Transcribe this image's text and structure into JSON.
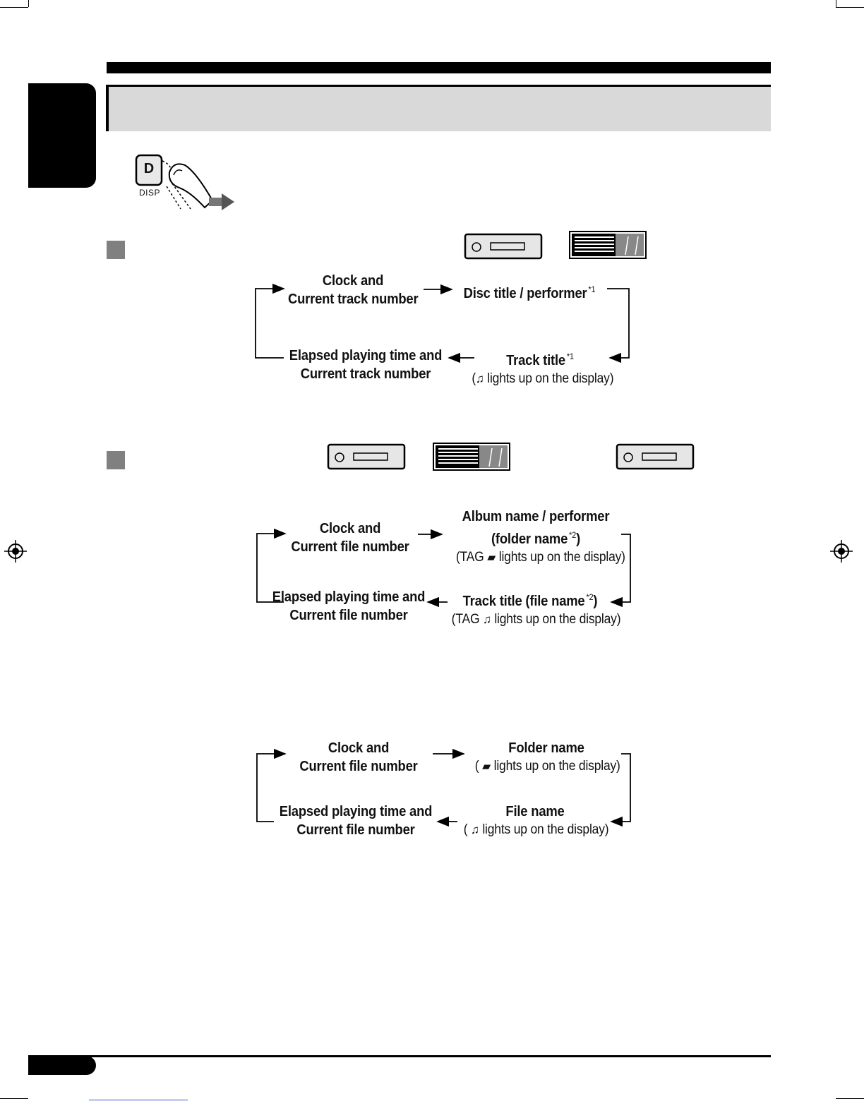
{
  "button": {
    "key_letter": "D",
    "key_caption": "DISP"
  },
  "section_cd": {
    "cycle": [
      {
        "line1": "Clock and",
        "line2": "Current track number"
      },
      {
        "line1": "Disc title / performer",
        "sup": "*1"
      },
      {
        "line1": "Track title",
        "sup": "*1",
        "note_pre": "(",
        "note_icon": "note-icon",
        "note_post": " lights up on the display)"
      },
      {
        "line1": "Elapsed playing time and",
        "line2": "Current track number"
      }
    ]
  },
  "section_mp3": {
    "cycle": [
      {
        "line1": "Clock and",
        "line2": "Current file number"
      },
      {
        "line1": "Album name / performer",
        "line2_pre": "(folder name",
        "line2_sup": "*2",
        "line2_post": ")",
        "note_pre": "(TAG ",
        "note_icon": "folder-icon",
        "note_post": " lights up on the display)"
      },
      {
        "line1_pre": "Track title (file name",
        "line1_sup": "*2",
        "line1_post": ")",
        "note_pre": "(TAG ",
        "note_icon": "note-icon",
        "note_post": " lights up on the display)"
      },
      {
        "line1": "Elapsed playing time and",
        "line2": "Current file number"
      }
    ]
  },
  "section_file": {
    "cycle": [
      {
        "line1": "Clock and",
        "line2": "Current file number"
      },
      {
        "line1": "Folder name",
        "note_pre": "( ",
        "note_icon": "folder-icon",
        "note_post": " lights up on the display)"
      },
      {
        "line1": "File name",
        "note_pre": "( ",
        "note_icon": "note-icon",
        "note_post": " lights up on the display)"
      },
      {
        "line1": "Elapsed playing time and",
        "line2": "Current file number"
      }
    ]
  },
  "colors": {
    "ink": "#111111",
    "header_gray": "#d9d9d9",
    "marker_gray": "#808080"
  }
}
